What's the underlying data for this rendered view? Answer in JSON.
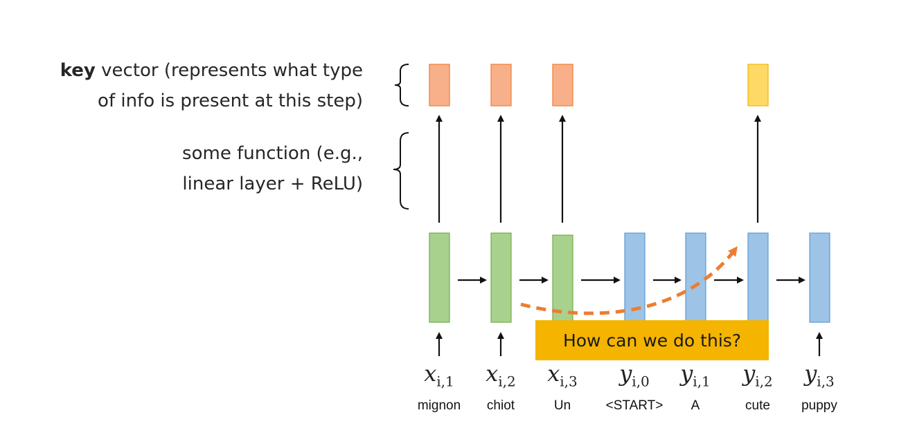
{
  "labels": {
    "key": {
      "bold": "key",
      "rest_line1": " vector (represents what type",
      "line2": "of info is present at this step)"
    },
    "function": {
      "line1": "some function (e.g.,",
      "line2": "linear layer + ReLU)"
    }
  },
  "callout": "How can we do this?",
  "tokens": [
    {
      "var": "x",
      "sub": "i,1",
      "word": "mignon",
      "group": "encoder"
    },
    {
      "var": "x",
      "sub": "i,2",
      "word": "chiot",
      "group": "encoder"
    },
    {
      "var": "x",
      "sub": "i,3",
      "word": "Un",
      "group": "encoder"
    },
    {
      "var": "y",
      "sub": "i,0",
      "word": "<START>",
      "group": "decoder"
    },
    {
      "var": "y",
      "sub": "i,1",
      "word": "A",
      "group": "decoder"
    },
    {
      "var": "y",
      "sub": "i,2",
      "word": "cute",
      "group": "decoder"
    },
    {
      "var": "y",
      "sub": "i,3",
      "word": "puppy",
      "group": "decoder"
    }
  ],
  "colors": {
    "encoder_fill": "#a9d18e",
    "encoder_stroke": "#70ad47",
    "decoder_fill": "#9dc3e6",
    "decoder_stroke": "#5b9bd5",
    "key_fill": "#f8b08a",
    "key_stroke": "#ed7d31",
    "query_fill": "#ffd966",
    "query_stroke": "#f4b400",
    "dashed_arrow": "#ed7d31",
    "callout_bg": "#f4b400"
  }
}
